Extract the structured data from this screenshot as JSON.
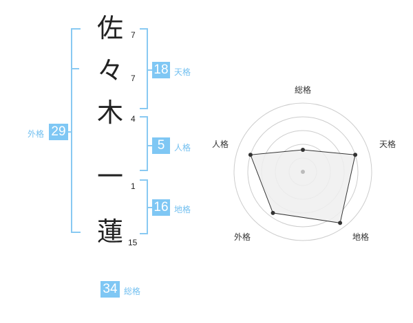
{
  "name": {
    "chars": [
      {
        "char": "佐",
        "strokes": "7"
      },
      {
        "char": "々",
        "strokes": "7"
      },
      {
        "char": "木",
        "strokes": "4"
      },
      {
        "char": "一",
        "strokes": "1"
      },
      {
        "char": "蓮",
        "strokes": "15"
      }
    ]
  },
  "grids": {
    "tenkaku": {
      "value": "18",
      "label": "天格"
    },
    "jinkaku": {
      "value": "5",
      "label": "人格"
    },
    "chikaku": {
      "value": "16",
      "label": "地格"
    },
    "gaikaku": {
      "value": "29",
      "label": "外格"
    },
    "soukaku": {
      "value": "34",
      "label": "総格"
    }
  },
  "radar": {
    "axes": [
      "総格",
      "天格",
      "地格",
      "外格",
      "人格"
    ],
    "values": [
      0.32,
      0.8,
      0.92,
      0.74,
      0.8
    ],
    "colors": {
      "fill": "#eeeeee",
      "stroke": "#333333",
      "grid": "#cccccc",
      "point": "#333333",
      "center": "#bbbbbb"
    }
  }
}
